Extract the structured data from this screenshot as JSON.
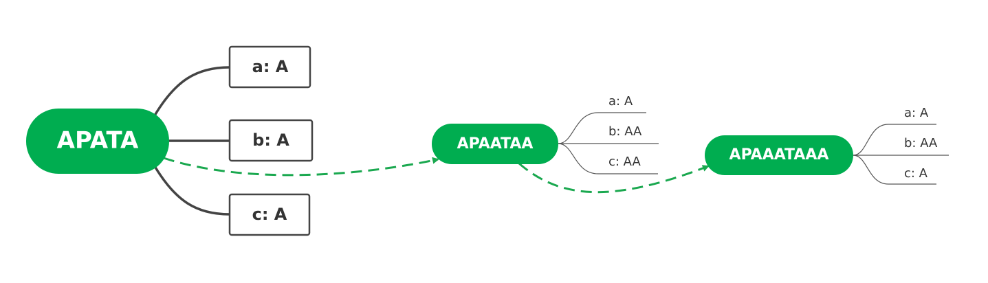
{
  "colors": {
    "node_fill": "#00ad50",
    "node_text": "#ffffff",
    "box_stroke": "#444444",
    "branch_stroke": "#444444",
    "arrow_stroke": "#1aa84f",
    "leaf_line": "#555555",
    "text": "#333333"
  },
  "root": {
    "label": "APATA",
    "children": [
      {
        "label": "a: A"
      },
      {
        "label": "b: A"
      },
      {
        "label": "c: A"
      }
    ]
  },
  "step1": {
    "label": "APAATAA",
    "children": [
      {
        "label": "a: A"
      },
      {
        "label": "b: AA"
      },
      {
        "label": "c: AA"
      }
    ]
  },
  "step2": {
    "label": "APAAATAAA",
    "children": [
      {
        "label": "a: A"
      },
      {
        "label": "b: AA"
      },
      {
        "label": "c: A"
      }
    ]
  }
}
